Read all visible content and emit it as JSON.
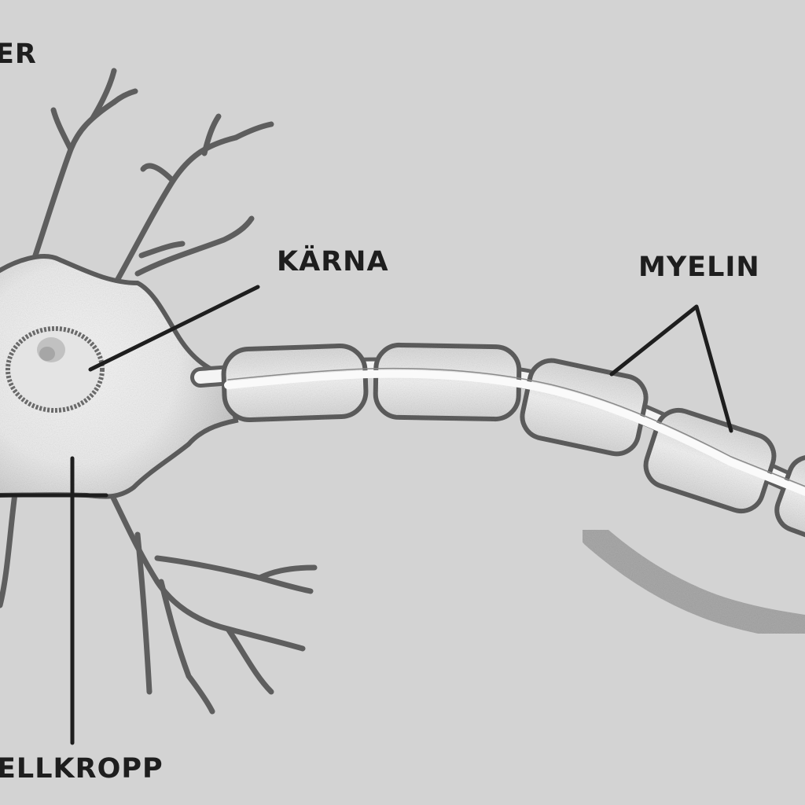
{
  "labels": {
    "dendrites": "ER",
    "nucleus": "KÄRNA",
    "myelin": "MYELIN",
    "cell_body": "ELLKROPP"
  },
  "colors": {
    "background": "#d3d3d3",
    "outline": "#5e5e5e",
    "cell_fill": "#ececec",
    "text": "#1e1e1e"
  }
}
